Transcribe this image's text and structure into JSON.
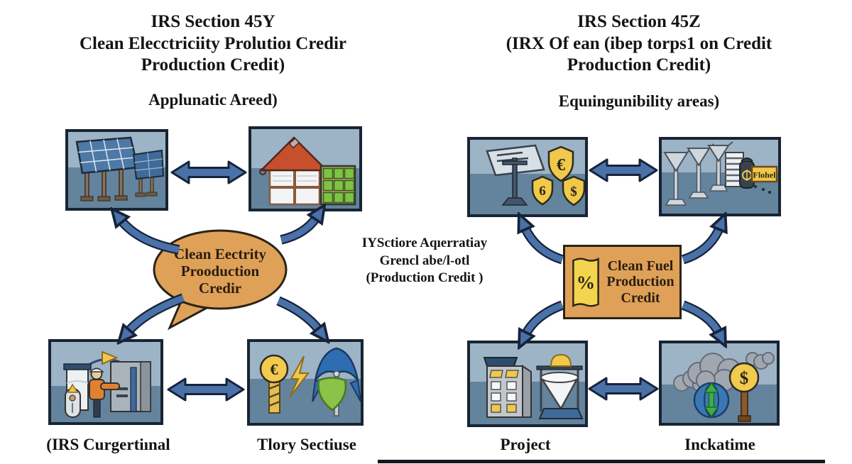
{
  "left_section": {
    "title": [
      "IRS Section 45Y",
      "Clean Elecctriciity Prolutioı Credir",
      "Production Credit)"
    ],
    "subtitle": "Applunatic Areed)",
    "bubble": [
      "Clean Eectrity",
      "Prooduction",
      "Credir"
    ],
    "bottom_labels": [
      "(IRS Curgertiınal",
      "Tlory Sectiuse"
    ]
  },
  "middle_note": {
    "lines": [
      "IYSctiore Aqıerratiay",
      "Grencl abe/l-otl",
      "(Production Credit )"
    ]
  },
  "right_section": {
    "title": [
      "IRS Section 45Z",
      "(IRX Of ean (ibep torps1 on Credit",
      "Production Credit)"
    ],
    "subtitle": "Equıingunibility areas)",
    "box": [
      "Clean Fuel",
      "Production",
      "Credit"
    ],
    "box_icon_symbol": "%",
    "bottom_labels": [
      "Project",
      "Inckatime"
    ]
  },
  "illustrations": {
    "euro_symbol": "€",
    "dollar_symbol": "$",
    "six_symbol": "6",
    "percent_symbol": "%",
    "fuel_sign_text": "Flohel"
  },
  "colors": {
    "arrow_blue": "#4a72a8",
    "arrow_outline": "#16233c",
    "bubble_orange": "#dfa158",
    "panel_sky": "#9db3c6",
    "panel_ground": "#64839d",
    "accent_yellow": "#f0c94a",
    "green": "#7cc444"
  }
}
